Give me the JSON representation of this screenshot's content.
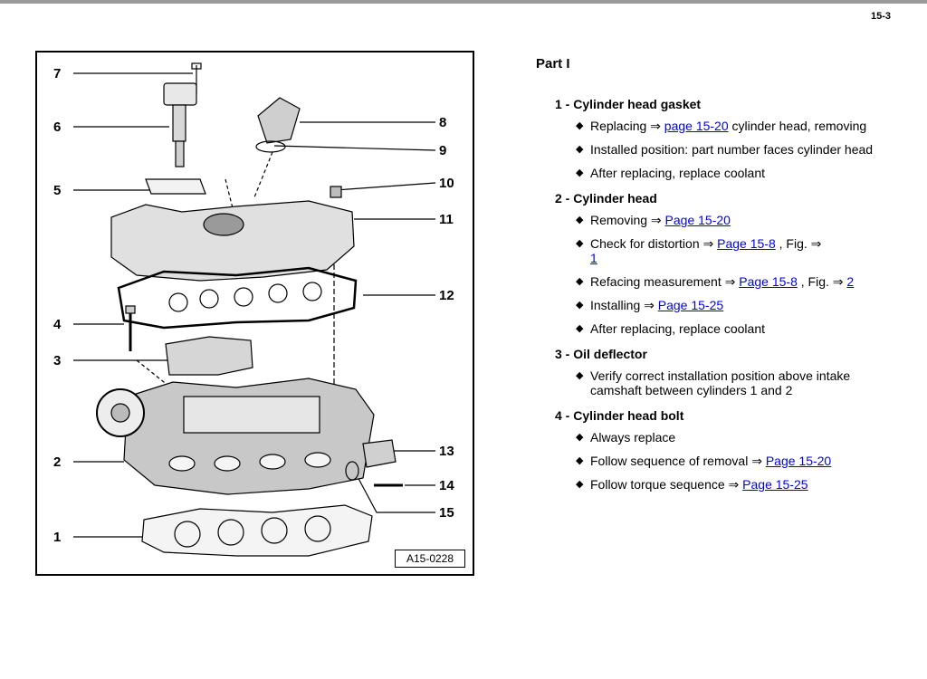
{
  "page": {
    "number": "15-3"
  },
  "figure": {
    "code": "A15-0228",
    "callouts": [
      "1",
      "2",
      "3",
      "4",
      "5",
      "6",
      "7",
      "8",
      "9",
      "10",
      "11",
      "12",
      "13",
      "14",
      "15"
    ]
  },
  "section": {
    "title": "Part I",
    "items": [
      {
        "heading": "1 - Cylinder head gasket",
        "bullets": [
          {
            "before": "Replacing ⇒ ",
            "link": "page 15-20",
            "after": " cylinder head, removing"
          },
          {
            "before": "Installed position: part number faces cylinder head",
            "link": "",
            "after": ""
          },
          {
            "before": "After replacing, replace coolant",
            "link": "",
            "after": ""
          }
        ]
      },
      {
        "heading": "2 - Cylinder head",
        "bullets": [
          {
            "before": "Removing ⇒ ",
            "link": "Page 15-20",
            "after": ""
          },
          {
            "before": "Check for distortion ⇒ ",
            "link": "Page 15-8",
            "after": " , Fig. ⇒ ",
            "link2": "1"
          },
          {
            "before": "Refacing measurement ⇒ ",
            "link": "Page 15-8",
            "after": " , Fig. ⇒ ",
            "link2": "2"
          },
          {
            "before": "Installing ⇒ ",
            "link": "Page 15-25",
            "after": ""
          },
          {
            "before": "After replacing, replace coolant",
            "link": "",
            "after": ""
          }
        ]
      },
      {
        "heading": "3 - Oil deflector",
        "bullets": [
          {
            "before": "Verify correct installation position above intake camshaft between cylinders 1 and 2",
            "link": "",
            "after": ""
          }
        ]
      },
      {
        "heading": "4 - Cylinder head bolt",
        "bullets": [
          {
            "before": "Always replace",
            "link": "",
            "after": ""
          },
          {
            "before": "Follow sequence of removal ⇒ ",
            "link": "Page 15-20",
            "after": ""
          },
          {
            "before": "Follow torque sequence ⇒ ",
            "link": "Page 15-25",
            "after": ""
          }
        ]
      }
    ]
  },
  "icons": {
    "bullet": "diamond-bullet-icon",
    "arrow": "implies-arrow-icon"
  },
  "colors": {
    "link": "#0000ee",
    "top_rule": "#9a9a9a"
  }
}
